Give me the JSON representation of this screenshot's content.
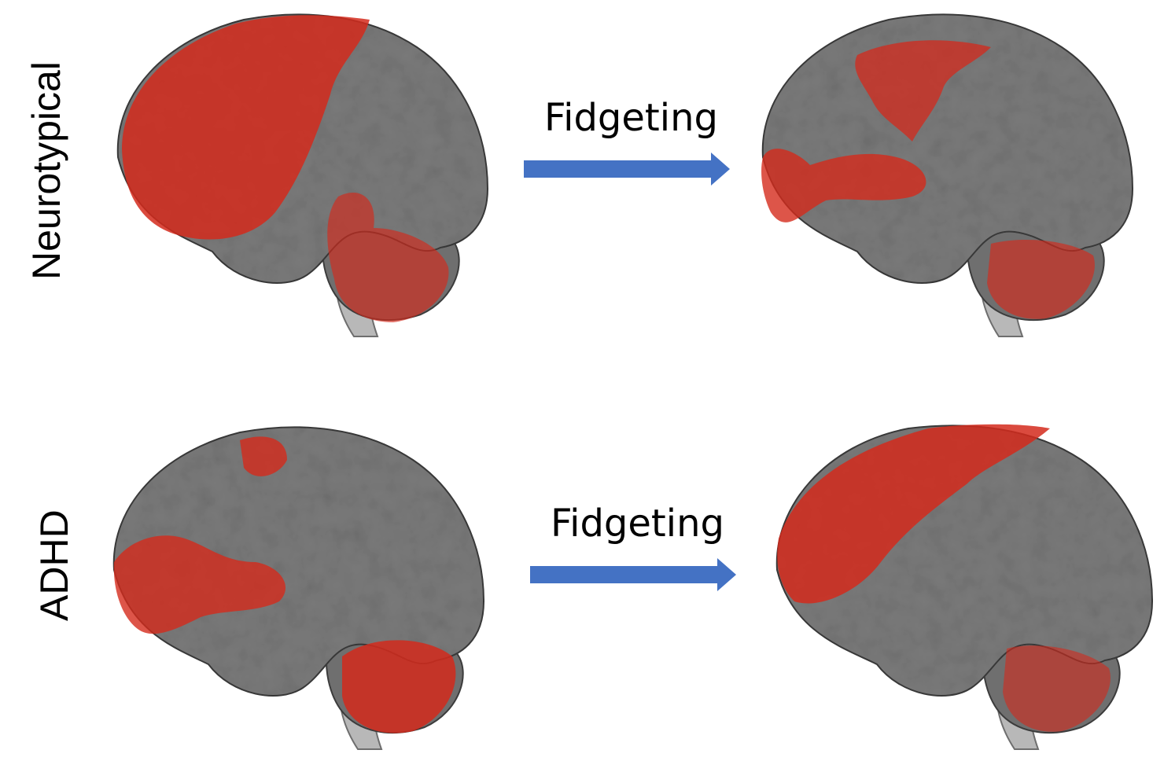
{
  "rows": [
    {
      "label": "Neurotypical",
      "arrow_label": "Fidgeting"
    },
    {
      "label": "ADHD",
      "arrow_label": "Fidgeting"
    }
  ],
  "colors": {
    "cortex": "#7a7a7a",
    "cortex_dark": "#4e4e4e",
    "brainstem": "#b8b8b8",
    "activation": "#d42a1c",
    "arrow": "#4472c4"
  },
  "panels": [
    {
      "row": 0,
      "state": "before"
    },
    {
      "row": 0,
      "state": "after"
    },
    {
      "row": 1,
      "state": "before"
    },
    {
      "row": 1,
      "state": "after"
    }
  ]
}
